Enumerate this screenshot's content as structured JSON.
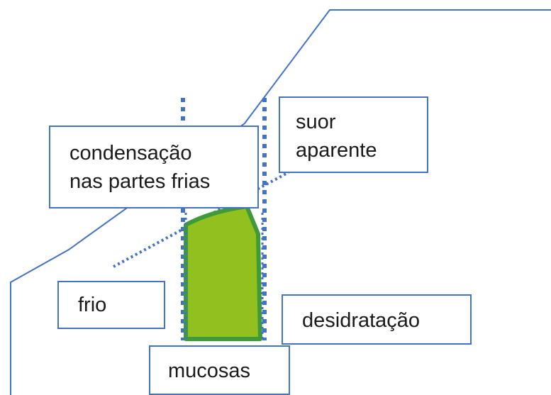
{
  "diagram": {
    "labels": {
      "condensacao": "condensação\nnas partes frias",
      "suor": "suor\naparente",
      "frio": "frio",
      "desidratacao": "desidratação",
      "mucosas": "mucosas"
    },
    "colors": {
      "outline": "#4472c4",
      "dotted": "#4472c4",
      "fill": "#92c01e",
      "fill_border": "#3f9a3a",
      "text": "#1a1a1a"
    }
  }
}
